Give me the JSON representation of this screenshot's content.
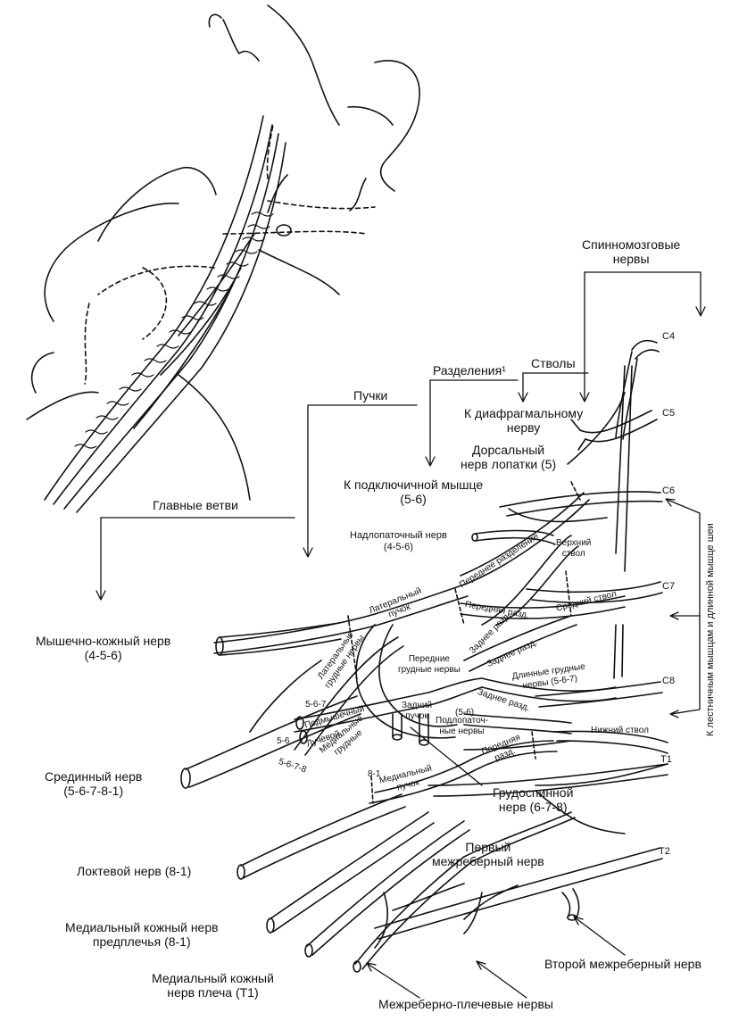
{
  "spinal_nerves": "Спинномозговые\nнервы",
  "trunks": "Стволы",
  "divisions": "Разделения¹",
  "cords": "Пучки",
  "main_branches": "Главные ветви",
  "to_phrenic": "К диафрагмальному\nнерву",
  "dorsal_scapular": "Дорсальный\nнерв лопатки (5)",
  "to_subclavius": "К подключичной мышце\n(5-6)",
  "suprascapular": "Надлопаточный нерв\n(4-5-6)",
  "musculocutaneous": "Мышечно-кожный нерв\n(4-5-6)",
  "median": "Срединный нерв\n(5-6-7-8-1)",
  "ulnar": "Локтевой нерв (8-1)",
  "med_cut_forearm": "Медиальный кожный нерв\nпредплечья (8-1)",
  "med_cut_arm": "Медиальный кожный\nнерв плеча (T1)",
  "intercostobrachial": "Межреберно-плечевые нервы",
  "second_intercostal": "Второй межреберный нерв",
  "first_intercostal": "Первый\nмежреберный нерв",
  "thoracodorsal": "Грудоспинной\nнерв (6-7-8)",
  "to_scalene": "К лестничным мышцам и длинной мышце шеи",
  "roots": {
    "c4": "C4",
    "c5": "C5",
    "c6": "C6",
    "c7": "C7",
    "c8": "C8",
    "t1": "T1",
    "t2": "T2"
  },
  "inner": {
    "upper_trunk": "Верхний\nствол",
    "middle_trunk": "Средний ствол",
    "lower_trunk": "Нижний ствол",
    "ant_div_upper": "Переднее разделение",
    "ant_div_middle": "Передняя разд.",
    "post_div_a": "Заднее разд.",
    "post_div_b": "Заднее разд.",
    "post_div_c": "Заднее разд.",
    "ant_div_lower": "Передняя\nразд.",
    "lateral_cord": "Латеральный\nпучок",
    "posterior_cord": "Задний\nпучок",
    "medial_cord": "Медиальный\nпучок",
    "lat_pectoral": "Латеральные\nгрудные нервы",
    "ant_pectoral": "Передние\nгрудные нервы",
    "med_pectoral": "Медиальные\nгрудные",
    "long_thoracic": "Длинные грудные\nнервы (5-6-7)",
    "subscapular": "Подлопаточ-\nные нервы",
    "subscap_roots": "(5-6)",
    "axillary": "Подмышечный",
    "radial": "Лучевой",
    "r567": "5-6-7",
    "r56": "5-6",
    "r5678": "5-6-7-8",
    "r81": "8-1"
  }
}
